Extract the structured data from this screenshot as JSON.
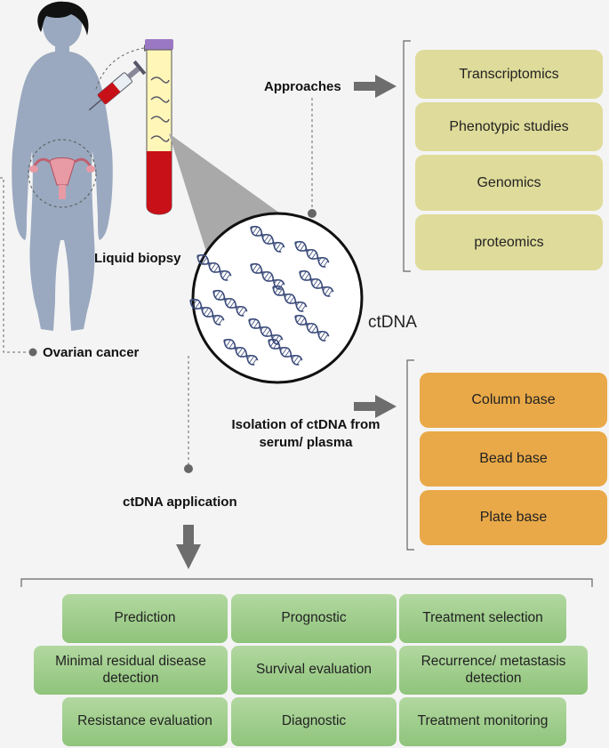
{
  "labels": {
    "liquid_biopsy": "Liquid biopsy",
    "ovarian_cancer": "Ovarian cancer",
    "approaches": "Approaches",
    "ctdna": "ctDNA",
    "isolation": "Isolation of ctDNA from serum/ plasma",
    "application": "ctDNA application"
  },
  "approaches": [
    "Transcriptomics",
    "Phenotypic studies",
    "Genomics",
    "proteomics"
  ],
  "isolation_methods": [
    "Column base",
    "Bead base",
    "Plate base"
  ],
  "applications": [
    "Prediction",
    "Prognostic",
    "Treatment selection",
    "Minimal residual disease detection",
    "Survival evaluation",
    "Recurrence/ metastasis detection",
    "Resistance evaluation",
    "Diagnostic",
    "Treatment monitoring"
  ],
  "colors": {
    "approach_box": "#dfdb9a",
    "isolation_box": "#e9a948",
    "application_box": "#9ccb88",
    "body_fill": "#9aa9bf",
    "blood": "#c81018",
    "tube_cap": "#9b78c4"
  },
  "icons": [
    "woman-silhouette-icon",
    "uterus-icon",
    "syringe-icon",
    "blood-tube-icon",
    "dna-helix-icon",
    "arrow-icon"
  ]
}
